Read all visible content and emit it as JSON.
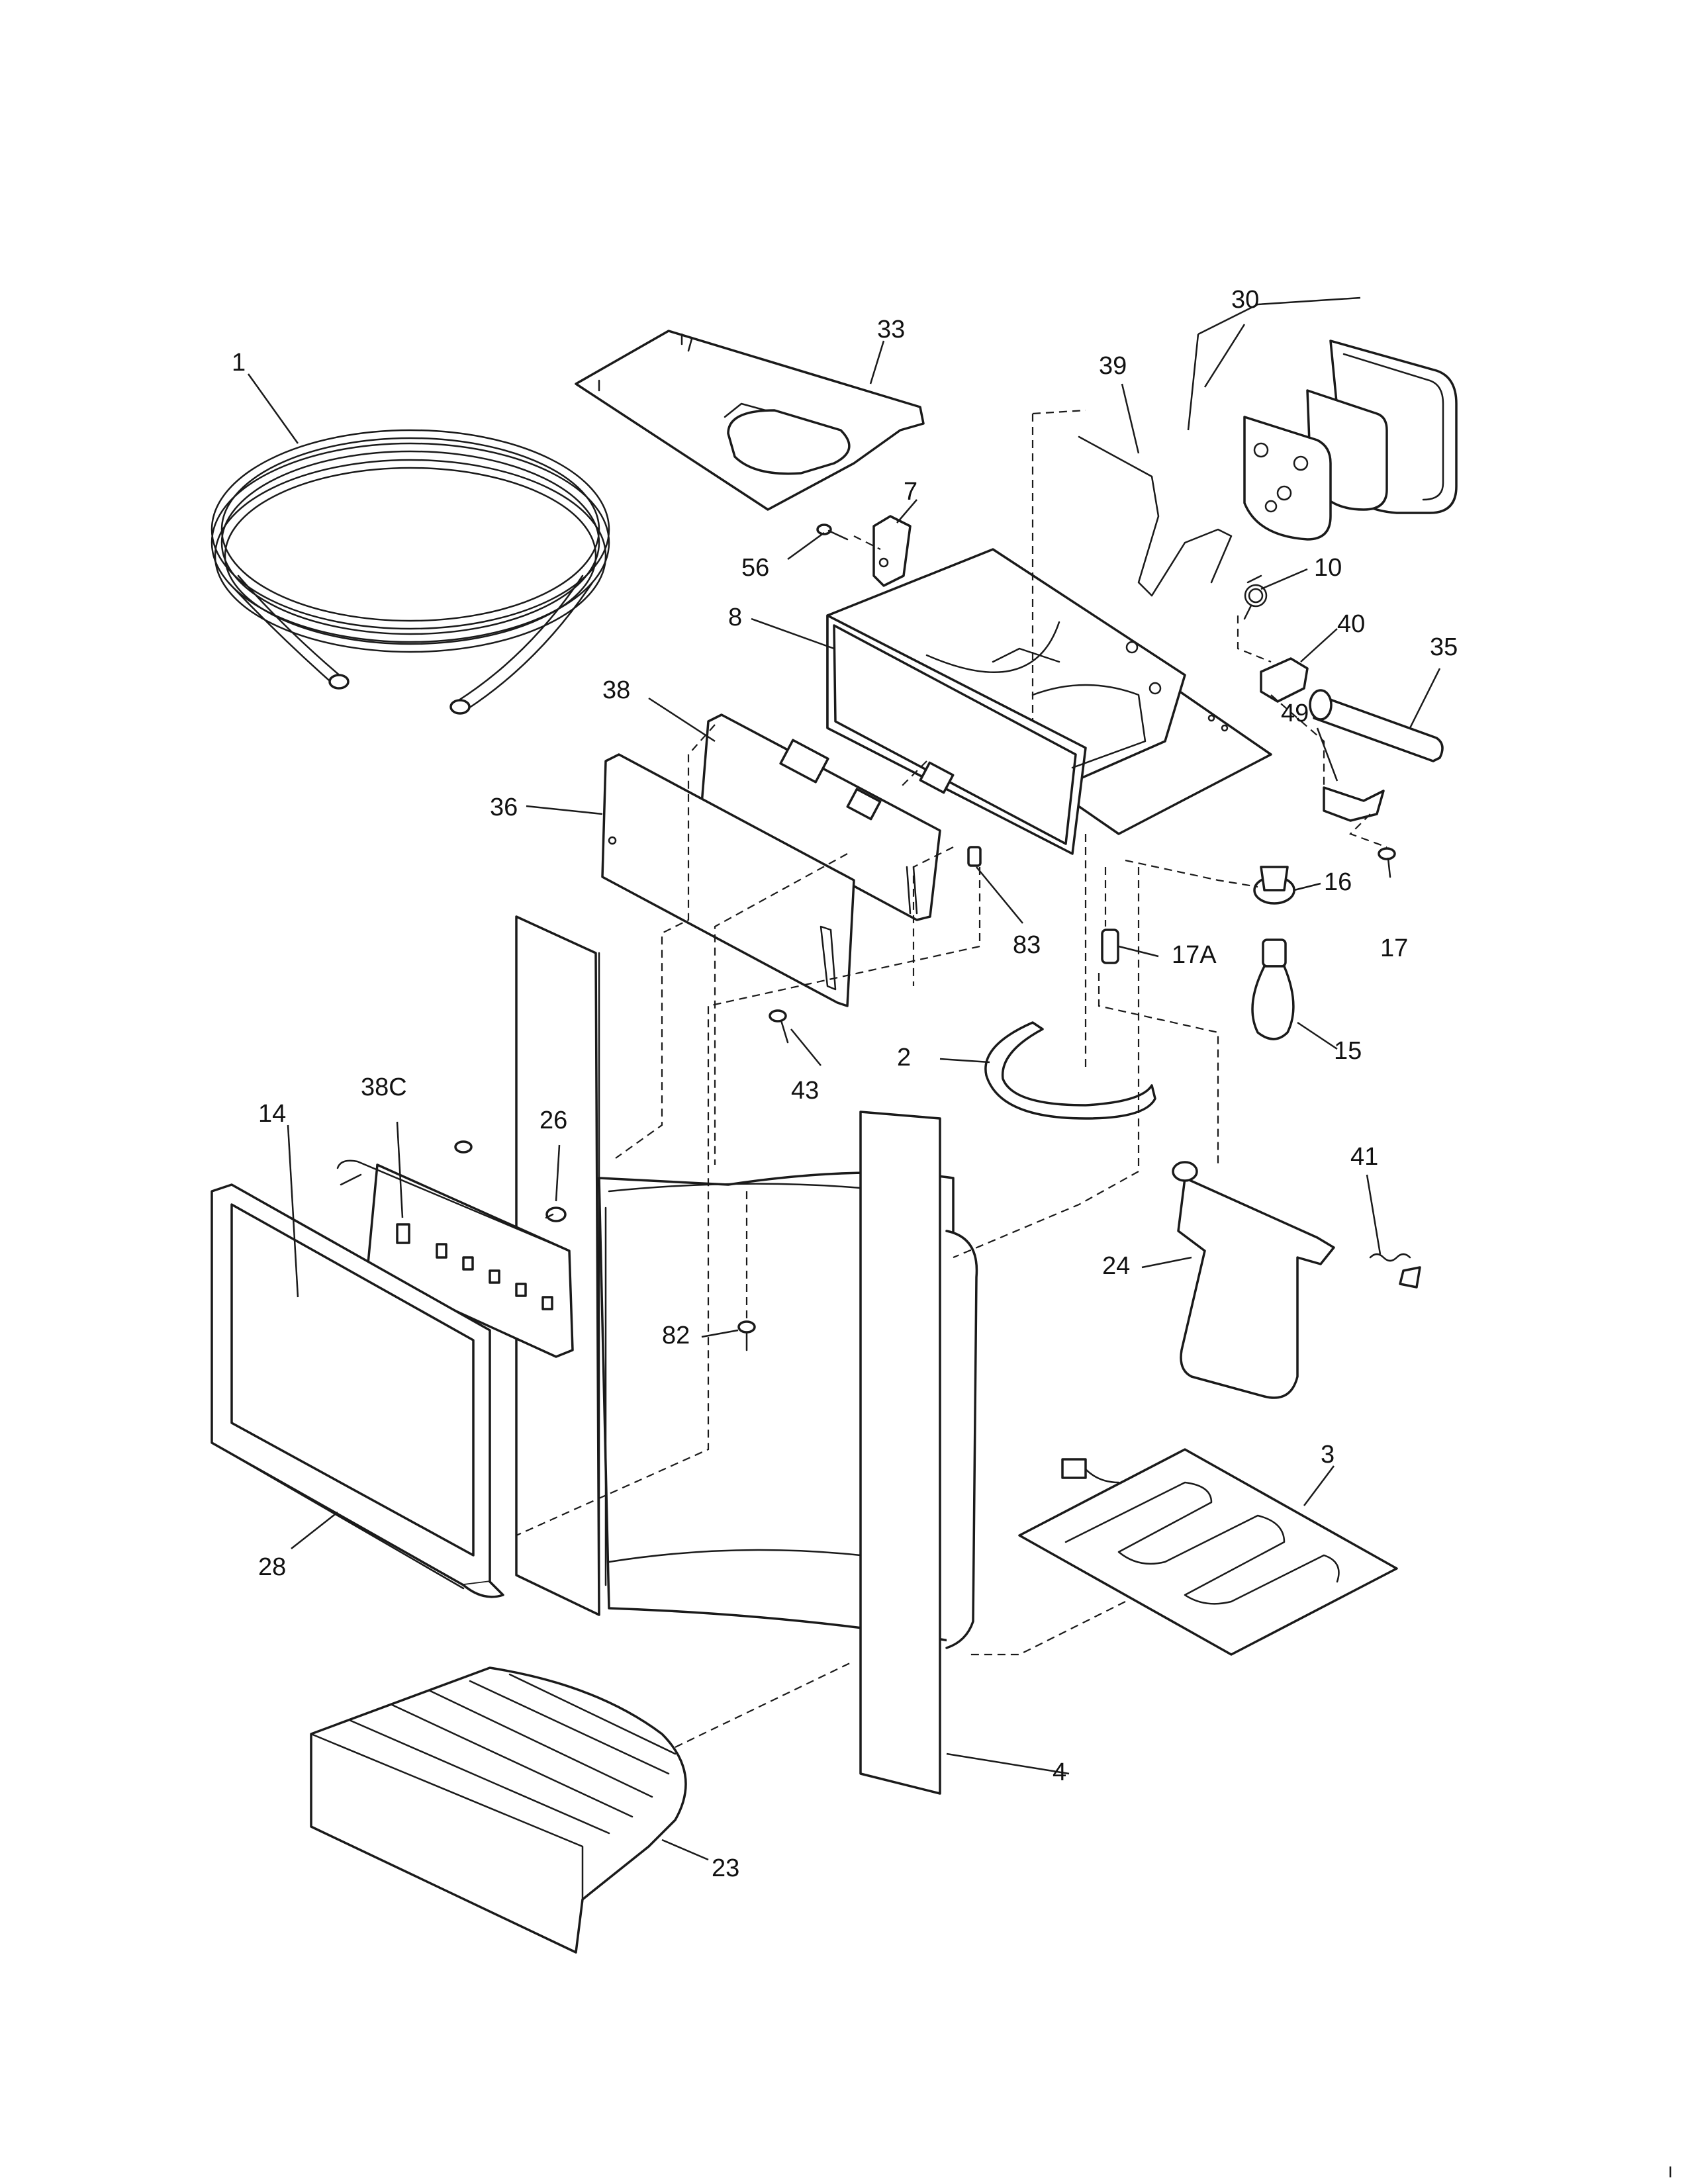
{
  "diagram": {
    "callouts": {
      "c1": "1",
      "c2": "2",
      "c3": "3",
      "c4": "4",
      "c7": "7",
      "c8": "8",
      "c10": "10",
      "c14": "14",
      "c15": "15",
      "c16": "16",
      "c17": "17",
      "c17a": "17A",
      "c23": "23",
      "c24": "24",
      "c26": "26",
      "c28": "28",
      "c30": "30",
      "c33": "33",
      "c35": "35",
      "c36": "36",
      "c38": "38",
      "c38c": "38C",
      "c39": "39",
      "c40": "40",
      "c41": "41",
      "c43": "43",
      "c49": "49",
      "c56": "56",
      "c82": "82",
      "c83": "83"
    },
    "footer_mark": "I"
  }
}
